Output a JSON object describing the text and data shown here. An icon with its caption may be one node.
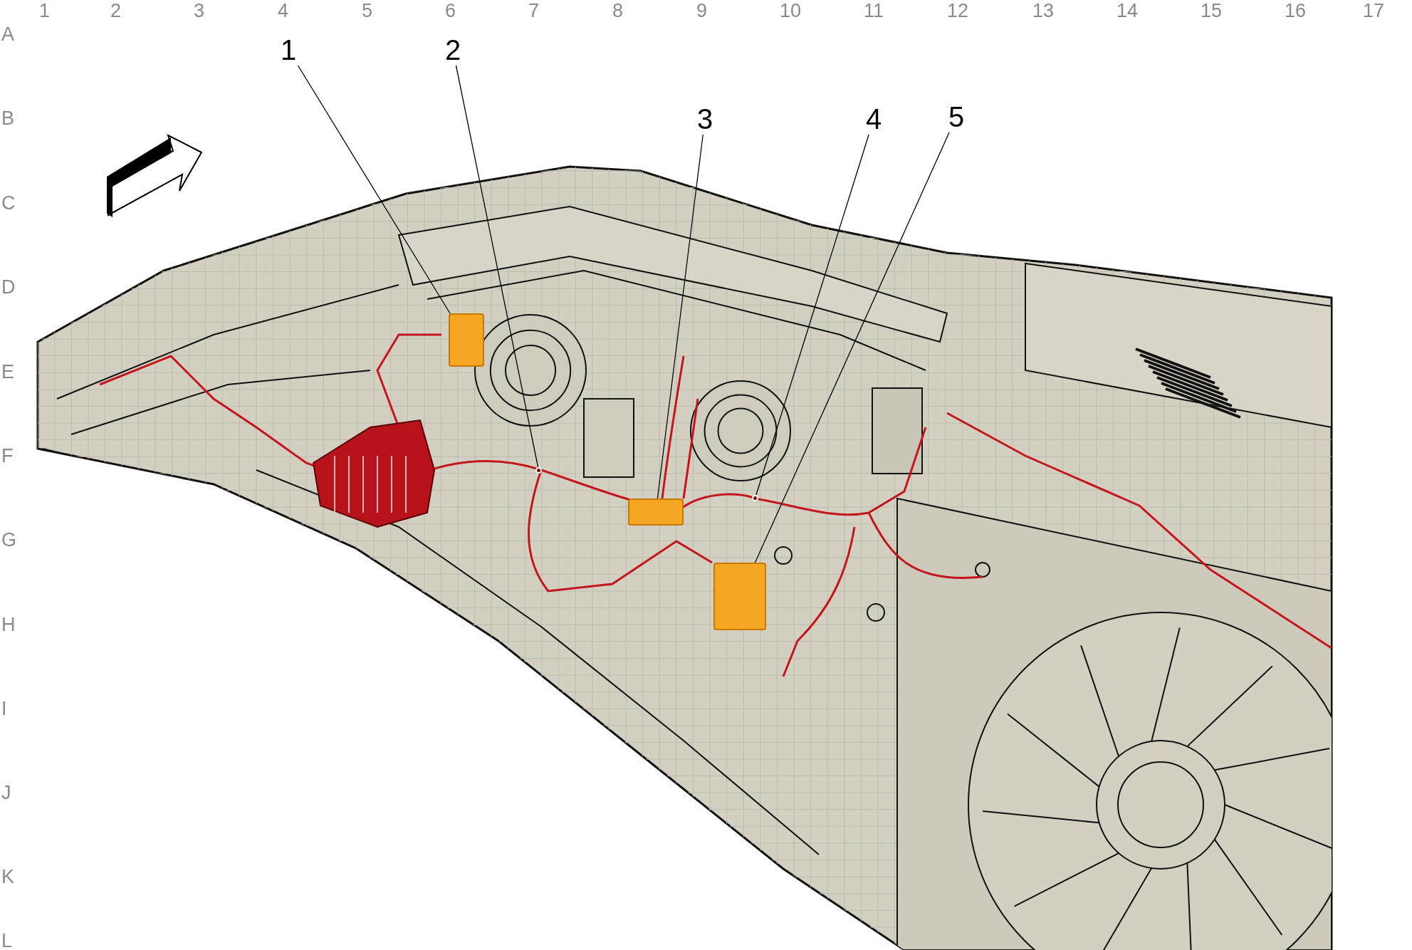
{
  "diagram": {
    "nodes": [
      {
        "text": [
          "1"
        ]
      },
      {
        "text": [
          "2"
        ]
      },
      {
        "text": [
          "3"
        ]
      },
      {
        "text": [
          "4"
        ]
      },
      {
        "text": [
          "5"
        ]
      },
      {
        "text": [],
        "shape": "box"
      },
      {
        "text": [],
        "shape": "circle"
      },
      {
        "text": [],
        "shape": "box"
      },
      {
        "text": [],
        "shape": "circle"
      },
      {
        "text": [],
        "shape": "box"
      }
    ],
    "edges": [
      {
        "from": 0,
        "to": 5,
        "arrow": "none"
      },
      {
        "from": 1,
        "to": 6,
        "arrow": "none"
      },
      {
        "from": 2,
        "to": 7,
        "arrow": "none"
      },
      {
        "from": 3,
        "to": 8,
        "arrow": "none"
      },
      {
        "from": 4,
        "to": 9,
        "arrow": "none"
      }
    ],
    "labels": [
      "1",
      "2",
      "3",
      "4",
      "5",
      "6",
      "7",
      "8",
      "9",
      "10",
      "11",
      "12",
      "13",
      "14",
      "15",
      "16",
      "17",
      "A",
      "B",
      "C",
      "D",
      "E",
      "F",
      "G",
      "H",
      "I",
      "J",
      "K",
      "L"
    ]
  }
}
